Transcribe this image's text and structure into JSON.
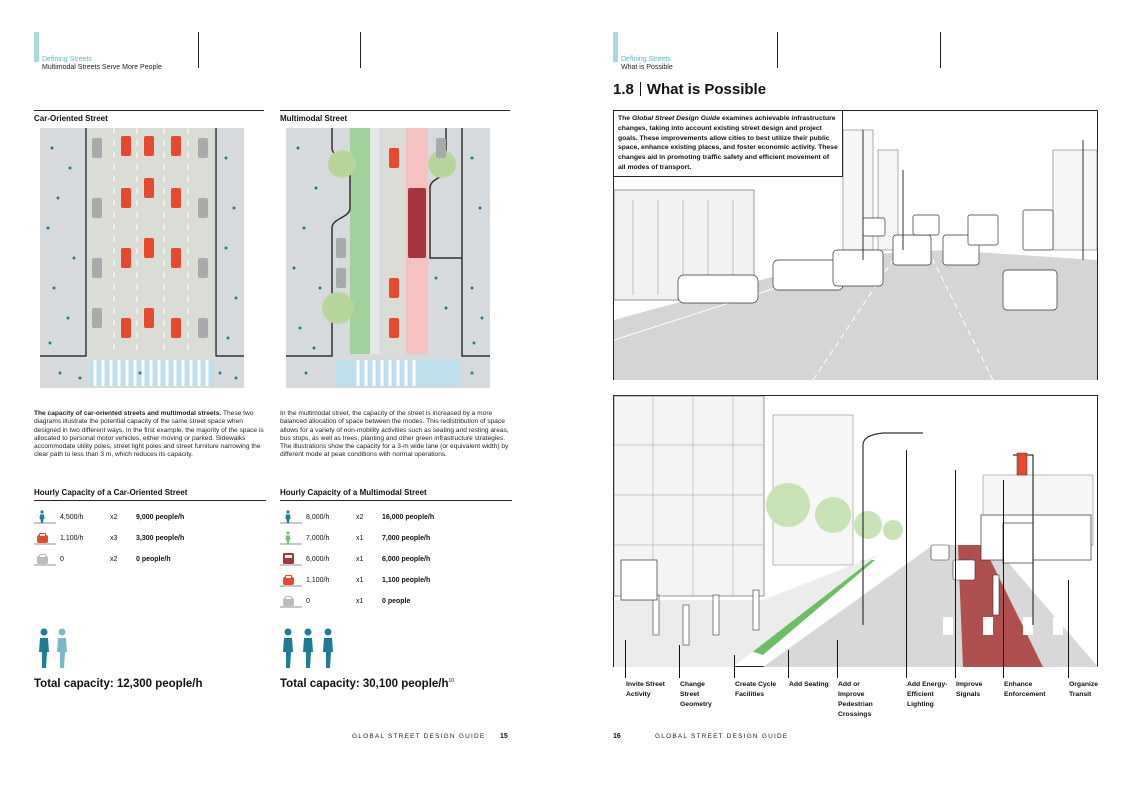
{
  "left_page": {
    "header": {
      "section": "Defining Streets",
      "subtitle": "Multimodal Streets Serve More People"
    },
    "diagram_car": {
      "title": "Car-Oriented Street"
    },
    "diagram_multi": {
      "title": "Multimodal Street"
    },
    "caption_left": {
      "lead": "The capacity of car-oriented streets and multimodal streets.",
      "body": " These two diagrams illustrate the potential capacity of the same street space when designed in two different ways. In the first example, the majority of the space is allocated to personal motor vehicles, either moving or parked. Sidewalks accommodate utility poles, street light poles and street furniture narrowing the clear path to less than 3 m, which reduces its capacity."
    },
    "caption_right": {
      "body": "In the multimodal street, the capacity of the street is increased by a more balanced allocation of space between the modes. This redistribution of space allows for a variety of non-mobility activities such as seating and resting areas, bus stops, as well as trees, planting and other green infrastructure strategies. The illustrations show the capacity for a 3-m wide lane (or equivalent width) by different mode at peak conditions with normal operations."
    },
    "capacity_car": {
      "title": "Hourly Capacity of a Car-Oriented Street",
      "rows": [
        {
          "icon": "pedestrian-icon",
          "rate": "4,500/h",
          "mult": "x2",
          "total": "9,000 people/h"
        },
        {
          "icon": "car-icon",
          "rate": "1,100/h",
          "mult": "x3",
          "total": "3,300 people/h"
        },
        {
          "icon": "parked-car-icon",
          "rate": "0",
          "mult": "x2",
          "total": "0 people/h"
        }
      ],
      "total": "Total capacity: 12,300 people/h"
    },
    "capacity_multi": {
      "title": "Hourly Capacity of a Multimodal Street",
      "rows": [
        {
          "icon": "pedestrian-icon",
          "rate": "8,000/h",
          "mult": "x2",
          "total": "16,000 people/h"
        },
        {
          "icon": "cyclist-icon",
          "rate": "7,000/h",
          "mult": "x1",
          "total": "7,000 people/h"
        },
        {
          "icon": "bus-icon",
          "rate": "6,000/h",
          "mult": "x1",
          "total": "6,000 people/h"
        },
        {
          "icon": "car-icon",
          "rate": "1,100/h",
          "mult": "x1",
          "total": "1,100 people/h"
        },
        {
          "icon": "parked-car-icon",
          "rate": "0",
          "mult": "x1",
          "total": "0 people"
        }
      ],
      "total": "Total capacity: 30,100 people/h",
      "footnote": "10"
    },
    "footer": {
      "guide": "GLOBAL STREET DESIGN GUIDE",
      "page": "15"
    }
  },
  "right_page": {
    "header": {
      "section": "Defining Streets",
      "subtitle": "What is Possible"
    },
    "title_num": "1.8",
    "title_text": "What is Possible",
    "intro": {
      "pre": "The ",
      "em": "Global Street Design Guide",
      "post": " examines achievable infrastructure changes, taking into account existing street design and project goals. These improvements allow cities to best utilize their public space, enhance existing places, and foster economic activity. These changes aid in promoting traffic safety and efficient movement of all modes of transport."
    },
    "callouts": [
      {
        "label": "Invite Street Activity"
      },
      {
        "label": "Change Street Geometry"
      },
      {
        "label": "Create Cycle Facilities"
      },
      {
        "label": "Add Seating"
      },
      {
        "label": "Add or Improve Pedestrian Crossings"
      },
      {
        "label": "Add Energy-Efficient Lighting"
      },
      {
        "label": "Improve Signals"
      },
      {
        "label": "Enhance Enforcement"
      },
      {
        "label": "Organize Transit"
      }
    ],
    "footer": {
      "page": "16",
      "guide": "GLOBAL STREET DESIGN GUIDE"
    }
  },
  "colors": {
    "accent_teal": "#5fb7c2",
    "header_bar": "#a8d9df",
    "car_red": "#e8492c",
    "bike_green": "#74c16f",
    "bus_red": "#a4353c",
    "transit_lane": "#b0504e",
    "person_teal": "#1c7d95"
  }
}
